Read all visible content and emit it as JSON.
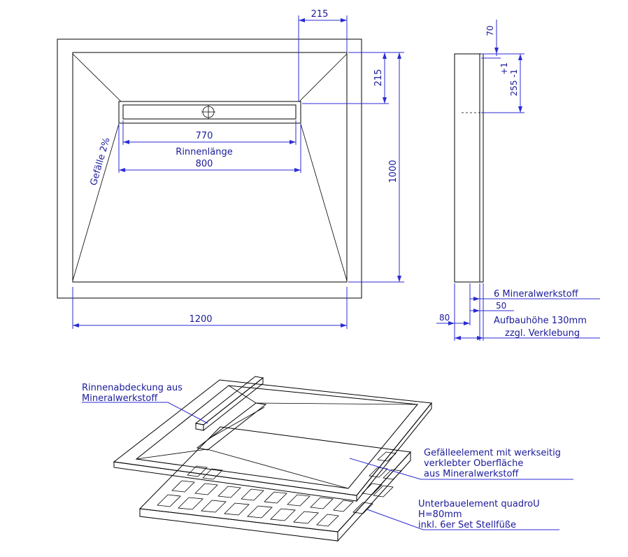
{
  "top_view": {
    "dim_width_total": "1200",
    "dim_height_total": "1000",
    "dim_drain_offset_x": "215",
    "dim_drain_offset_y": "215",
    "dim_cover_length": "770",
    "label_gutter_length": "Rinnenlänge",
    "dim_gutter_length": "800",
    "label_slope": "Gefälle 2%"
  },
  "side_view": {
    "dim_top": "70",
    "dim_tolerance_plus": "+1",
    "dim_depth": "255 -1",
    "label_mineral": "6 Mineralwerkstoff",
    "dim_50": "50",
    "dim_80": "80",
    "label_build_height": "Aufbauhöhe 130mm",
    "label_plus_adhesive": "zzgl. Verklebung"
  },
  "iso_view": {
    "callout_cover": [
      "Rinnenabdeckung aus",
      "Mineralwerkstoff"
    ],
    "callout_slope_element": [
      "Gefälleelement mit werkseitig",
      "verklebter Oberfläche",
      "aus Mineralwerkstoff"
    ],
    "callout_substructure": [
      "Unterbauelement quadroU",
      "H=80mm",
      "inkl. 6er Set Stellfüße"
    ]
  }
}
